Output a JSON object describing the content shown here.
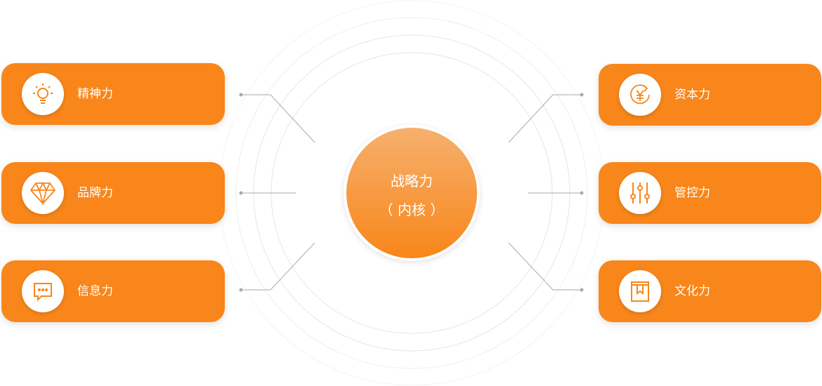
{
  "core": {
    "title": "战略力",
    "subtitle": "（ 内核 ）"
  },
  "left_items": [
    {
      "label": "精神力",
      "icon": "lightbulb-icon"
    },
    {
      "label": "品牌力",
      "icon": "diamond-icon"
    },
    {
      "label": "信息力",
      "icon": "chat-bubble-icon"
    }
  ],
  "right_items": [
    {
      "label": "资本力",
      "icon": "yuan-cycle-icon"
    },
    {
      "label": "管控力",
      "icon": "sliders-icon"
    },
    {
      "label": "文化力",
      "icon": "book-icon"
    }
  ],
  "colors": {
    "accent": "#f8861a",
    "line": "#aaaaaa"
  }
}
